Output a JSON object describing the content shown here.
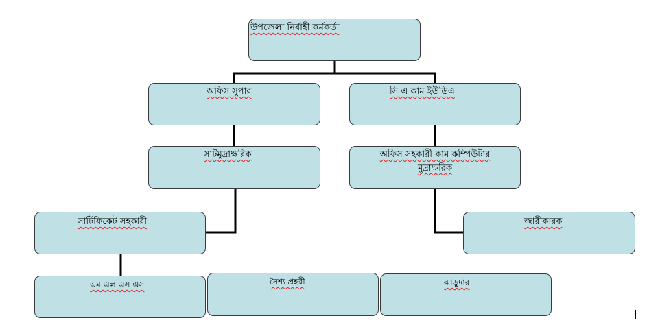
{
  "org_chart": {
    "nodes": {
      "uno": "উপজেলা নির্বাহী কর্মকর্তা",
      "office_super": "অফিস সুপার",
      "ca_cum_uda": "সি এ কাম ইউডিএ",
      "stenographer": "সাটমুদ্রাক্ষরিক",
      "office_asst_computer_line1": "অফিস সহকারী কাম কম্পিউটার",
      "office_asst_computer_line2": "মুদ্রাক্ষরিক",
      "certificate_asst": "সার্টিফিকেট সহকারী",
      "jarikarak": "জারীকারক",
      "mlss": "এম এল এস এস",
      "night_guard": "নৈশ্য প্রহরী",
      "sweeper": "ঝাড়ুদার"
    }
  },
  "style": {
    "node_fill": "#bfe1e6",
    "node_border": "#3a3a3a",
    "connector_color": "#000000",
    "spellcheck_underline": "#e02020"
  }
}
